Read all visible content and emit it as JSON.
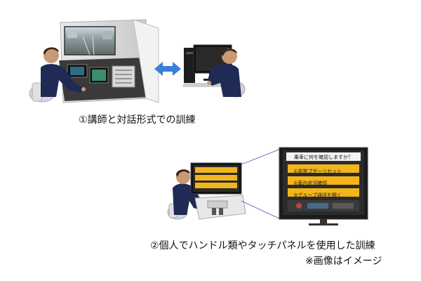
{
  "captions": {
    "item1": "①講師と対話形式での訓練",
    "item2": "②個人でハンドル類やタッチパネルを使用した訓練",
    "note": "※画像はイメージ"
  },
  "touch_panel": {
    "question": "乗車に何を確認しますか？",
    "options": [
      "①非常ブザーリセット",
      "②車内状況確認",
      "③グループ通話を開く"
    ]
  },
  "colors": {
    "accent_yellow": "#f2b51c",
    "arrow_blue": "#3b7fd6",
    "uniform_navy": "#1f2a55",
    "monitor_black": "#111111"
  }
}
